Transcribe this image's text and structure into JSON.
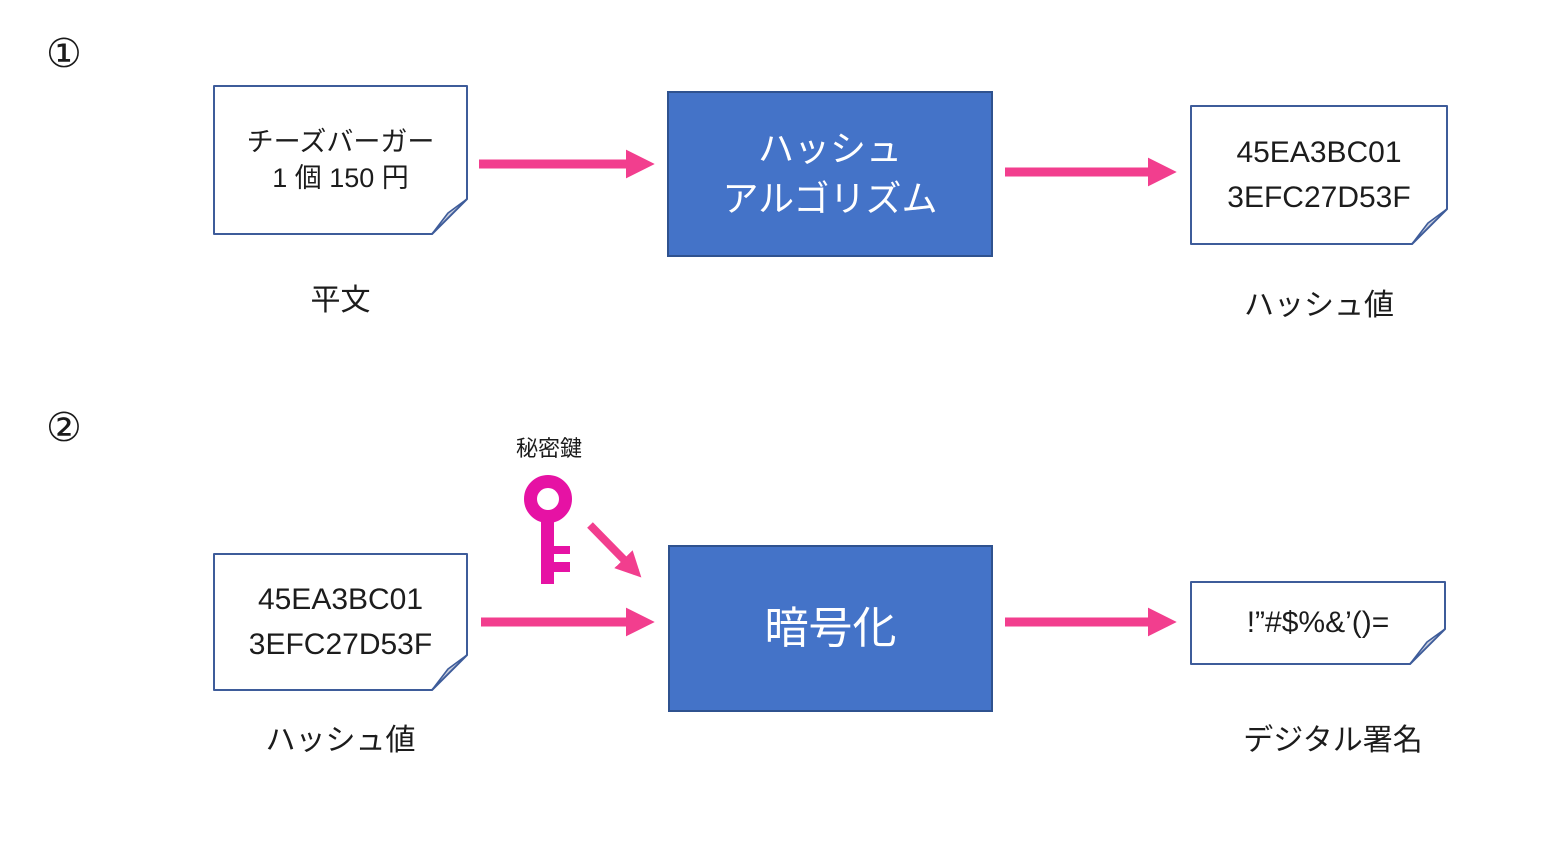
{
  "colors": {
    "process_fill": "#4473C8",
    "process_border": "#2F528F",
    "note_border": "#3E5C9A",
    "note_fold_fill": "#C9CEDC",
    "arrow_pink": "#F23E8E",
    "key_magenta": "#E612A4",
    "text_dark": "#1C1C1C",
    "process_text": "#FFFFFF"
  },
  "step1": {
    "marker": "①",
    "plain_note": {
      "line1": "チーズバーガー",
      "line2": "1 個 150 円"
    },
    "plain_label": "平文",
    "process": {
      "line1": "ハッシュ",
      "line2": "アルゴリズム"
    },
    "hash_note": {
      "line1": "45EA3BC01",
      "line2": "3EFC27D53F"
    },
    "hash_label": "ハッシュ値"
  },
  "step2": {
    "marker": "②",
    "key_label": "秘密鍵",
    "hash_note": {
      "line1": "45EA3BC01",
      "line2": "3EFC27D53F"
    },
    "hash_label": "ハッシュ値",
    "process": {
      "line1": "暗号化"
    },
    "signature_note": {
      "line1": "!”#$%&’()="
    },
    "signature_label": "デジタル署名"
  }
}
